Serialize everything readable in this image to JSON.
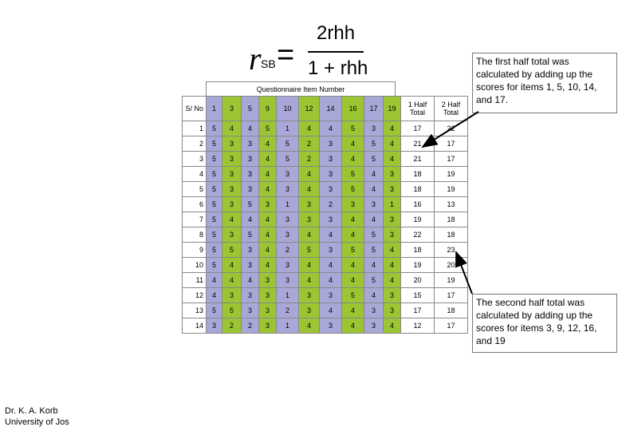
{
  "formula": {
    "lhs_symbol": "r",
    "lhs_subscript": "SB",
    "equals": "=",
    "numerator": "2rhh",
    "denominator": "1 + rhh"
  },
  "table": {
    "group_header": "Questionnaire Item Number",
    "sno_header": "S/ No",
    "item_headers": [
      "1",
      "3",
      "5",
      "9",
      "10",
      "12",
      "14",
      "16",
      "17",
      "19"
    ],
    "item_colors": [
      "odd",
      "even",
      "odd",
      "even",
      "odd",
      "even",
      "odd",
      "even",
      "odd",
      "even"
    ],
    "total_headers": [
      "1 Half Total",
      "2 Half Total"
    ],
    "rows": [
      [
        "1",
        "5",
        "4",
        "4",
        "5",
        "1",
        "4",
        "4",
        "5",
        "3",
        "4",
        "17",
        "22"
      ],
      [
        "2",
        "5",
        "3",
        "3",
        "4",
        "5",
        "2",
        "3",
        "4",
        "5",
        "4",
        "21",
        "17"
      ],
      [
        "3",
        "5",
        "3",
        "3",
        "4",
        "5",
        "2",
        "3",
        "4",
        "5",
        "4",
        "21",
        "17"
      ],
      [
        "4",
        "5",
        "3",
        "3",
        "4",
        "3",
        "4",
        "3",
        "5",
        "4",
        "3",
        "18",
        "19"
      ],
      [
        "5",
        "5",
        "3",
        "3",
        "4",
        "3",
        "4",
        "3",
        "5",
        "4",
        "3",
        "18",
        "19"
      ],
      [
        "6",
        "5",
        "3",
        "5",
        "3",
        "1",
        "3",
        "2",
        "3",
        "3",
        "1",
        "16",
        "13"
      ],
      [
        "7",
        "5",
        "4",
        "4",
        "4",
        "3",
        "3",
        "3",
        "4",
        "4",
        "3",
        "19",
        "18"
      ],
      [
        "8",
        "5",
        "3",
        "5",
        "4",
        "3",
        "4",
        "4",
        "4",
        "5",
        "3",
        "22",
        "18"
      ],
      [
        "9",
        "5",
        "5",
        "3",
        "4",
        "2",
        "5",
        "3",
        "5",
        "5",
        "4",
        "18",
        "23"
      ],
      [
        "10",
        "5",
        "4",
        "3",
        "4",
        "3",
        "4",
        "4",
        "4",
        "4",
        "4",
        "19",
        "20"
      ],
      [
        "11",
        "4",
        "4",
        "4",
        "3",
        "3",
        "4",
        "4",
        "4",
        "5",
        "4",
        "20",
        "19"
      ],
      [
        "12",
        "4",
        "3",
        "3",
        "3",
        "1",
        "3",
        "3",
        "5",
        "4",
        "3",
        "15",
        "17"
      ],
      [
        "13",
        "5",
        "5",
        "3",
        "3",
        "2",
        "3",
        "4",
        "4",
        "3",
        "3",
        "17",
        "18"
      ],
      [
        "14",
        "3",
        "2",
        "2",
        "3",
        "1",
        "4",
        "3",
        "4",
        "3",
        "4",
        "12",
        "17"
      ]
    ]
  },
  "callouts": {
    "first_half": "The first half total was calculated by adding up the scores for items 1, 5, 10, 14, and 17.",
    "second_half": "The second half total was calculated by adding up the scores for items 3, 9, 12, 16, and 19"
  },
  "author": {
    "name": "Dr. K. A. Korb",
    "affiliation": "University of Jos"
  },
  "colors": {
    "odd_item": "#a8a8d8",
    "even_item": "#9bc532"
  }
}
